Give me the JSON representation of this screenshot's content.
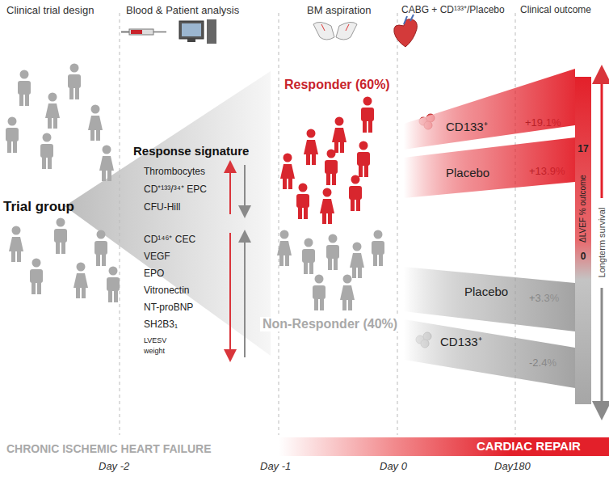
{
  "diagram": {
    "nodes": [
      {
        "text": [
          "CD133⁺"
        ]
      },
      {
        "text": [
          "Placebo"
        ]
      },
      {
        "text": [
          "Placebo"
        ]
      },
      {
        "text": [
          "CD133⁺"
        ]
      },
      {
        "text": [
          "CARDIAC REPAIR"
        ]
      }
    ],
    "labels": [
      "Clinical trial design",
      "Blood & Patient analysis",
      "BM aspiration",
      "CABG + CD¹³³⁺/Placebo",
      "Clinical outcome",
      "Trial group",
      "Response signature",
      "Thrombocytes",
      "CD⁺¹³³/³⁴⁺ EPC",
      "CFU-Hill",
      "CD¹⁴⁶⁺ CEC",
      "VEGF",
      "EPO",
      "Vitronectin",
      "NT-proBNP",
      "SH2B3₁",
      "LVESV",
      "weight",
      "Responder (60%)",
      "Non-Responder (40%)",
      "+19.1%",
      "+13.9%",
      "+3.3%",
      "-2.4%",
      "17",
      "ΔLVEF % outcome",
      "0",
      "Longterm survival",
      "CHRONIC ISCHEMIC HEART FAILURE",
      "Day -2",
      "Day -1",
      "Day 0",
      "Day180"
    ]
  }
}
